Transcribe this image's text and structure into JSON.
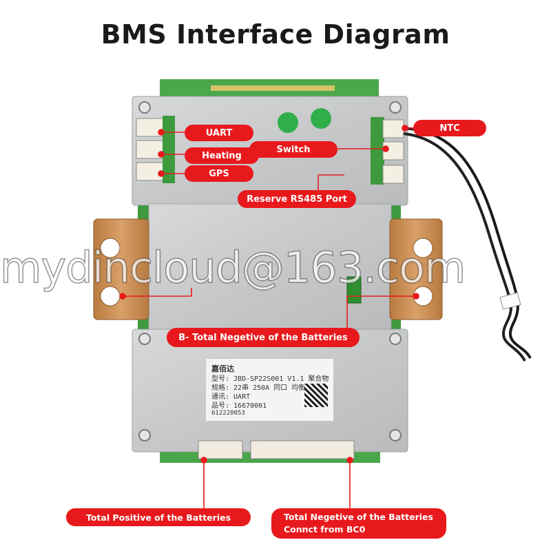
{
  "title": "BMS Interface Diagram",
  "labels": {
    "uart": "UART",
    "heating": "Heating",
    "gps": "GPS",
    "switch": "Switch",
    "ntc": "NTC",
    "rs485": "Reserve RS485 Port",
    "b_neg": "B- Total Negetive of the Batteries",
    "total_pos": "Total Positive of the Batteries",
    "total_neg_line1": "Total Negetive of the Batteries",
    "total_neg_line2": "Connct from BC0"
  },
  "watermark": "mydincloud@163.com",
  "board_label": {
    "brand": "嘉佰达",
    "model": "型号: JBD-SP22S001 V1.1 聚合物",
    "spec": "规格: 22串 250A 同口 均衡",
    "comm": "通讯: UART",
    "serial": "品号: 16670001",
    "barcode_number": "612220053"
  },
  "colors": {
    "accent_red": "#e8191c",
    "board_green": "#3a9a3a",
    "plate_silver": "#c9cbcc",
    "bracket_copper": "#c98a4e"
  }
}
